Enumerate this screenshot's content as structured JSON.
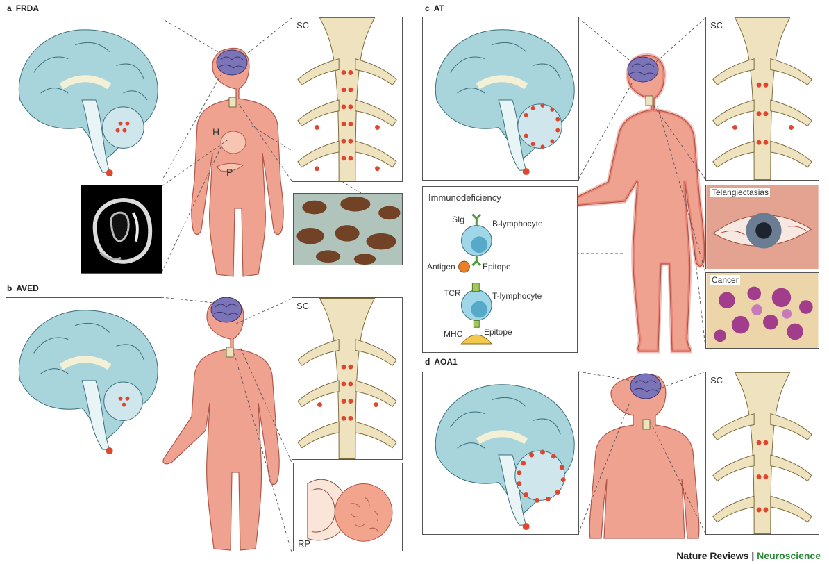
{
  "panels": {
    "a": {
      "letter": "a",
      "title": "FRDA",
      "sc": "SC",
      "heart": "H",
      "pancreas": "P"
    },
    "b": {
      "letter": "b",
      "title": "AVED",
      "sc": "SC",
      "rp": "RP"
    },
    "c": {
      "letter": "c",
      "title": "AT",
      "sc": "SC",
      "immuno_title": "Immunodeficiency",
      "sig": "SIg",
      "b_lymph": "B-lymphocyte",
      "antigen": "Antigen",
      "epitope1": "Epitope",
      "tcr": "TCR",
      "t_lymph": "T-lymphocyte",
      "mhc": "MHC",
      "epitope2": "Epitope",
      "telang": "Telangiectasias",
      "cancer": "Cancer"
    },
    "d": {
      "letter": "d",
      "title": "AOA1",
      "sc": "SC"
    }
  },
  "credit": {
    "journal": "Nature Reviews",
    "separator": " | ",
    "section": "Neuroscience"
  },
  "colors": {
    "brain": "#a8d4dc",
    "body": "#f0a291",
    "cord": "#efe3bf",
    "dot": "#e0452d",
    "accent": "#2a8a3a"
  }
}
